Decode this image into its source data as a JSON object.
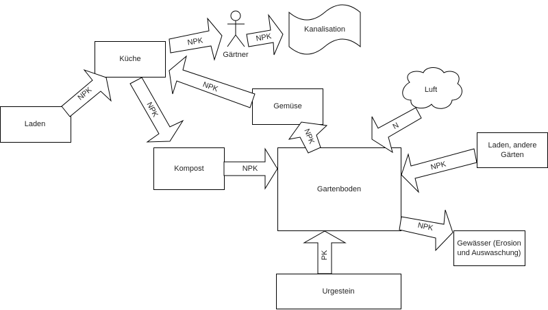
{
  "nodes": {
    "laden": "Laden",
    "kueche": "Küche",
    "gaertner": "Gärtner",
    "kanalisation": "Kanalisation",
    "gemuese": "Gemüse",
    "luft": "Luft",
    "kompost": "Kompost",
    "gartenboden": "Gartenboden",
    "laden_andere_line1": "Laden, andere",
    "laden_andere_line2": "Gärten",
    "gewaesser_line1": "Gewässer (Erosion",
    "gewaesser_line2": "und Auswaschung)",
    "urgestein": "Urgestein"
  },
  "arrows": {
    "laden_to_kueche": "NPK",
    "kueche_to_gaertner": "NPK",
    "gaertner_to_kanalisation": "NPK",
    "gemuese_to_kueche": "NPK",
    "kueche_to_kompost": "NPK",
    "luft_to_gartenboden": "N",
    "gartenboden_to_gemuese": "NPK",
    "kompost_to_gartenboden": "NPK",
    "laden_andere_to_gartenboden": "NPK",
    "gartenboden_to_gewaesser": "NPK",
    "urgestein_to_gartenboden": "PK"
  }
}
